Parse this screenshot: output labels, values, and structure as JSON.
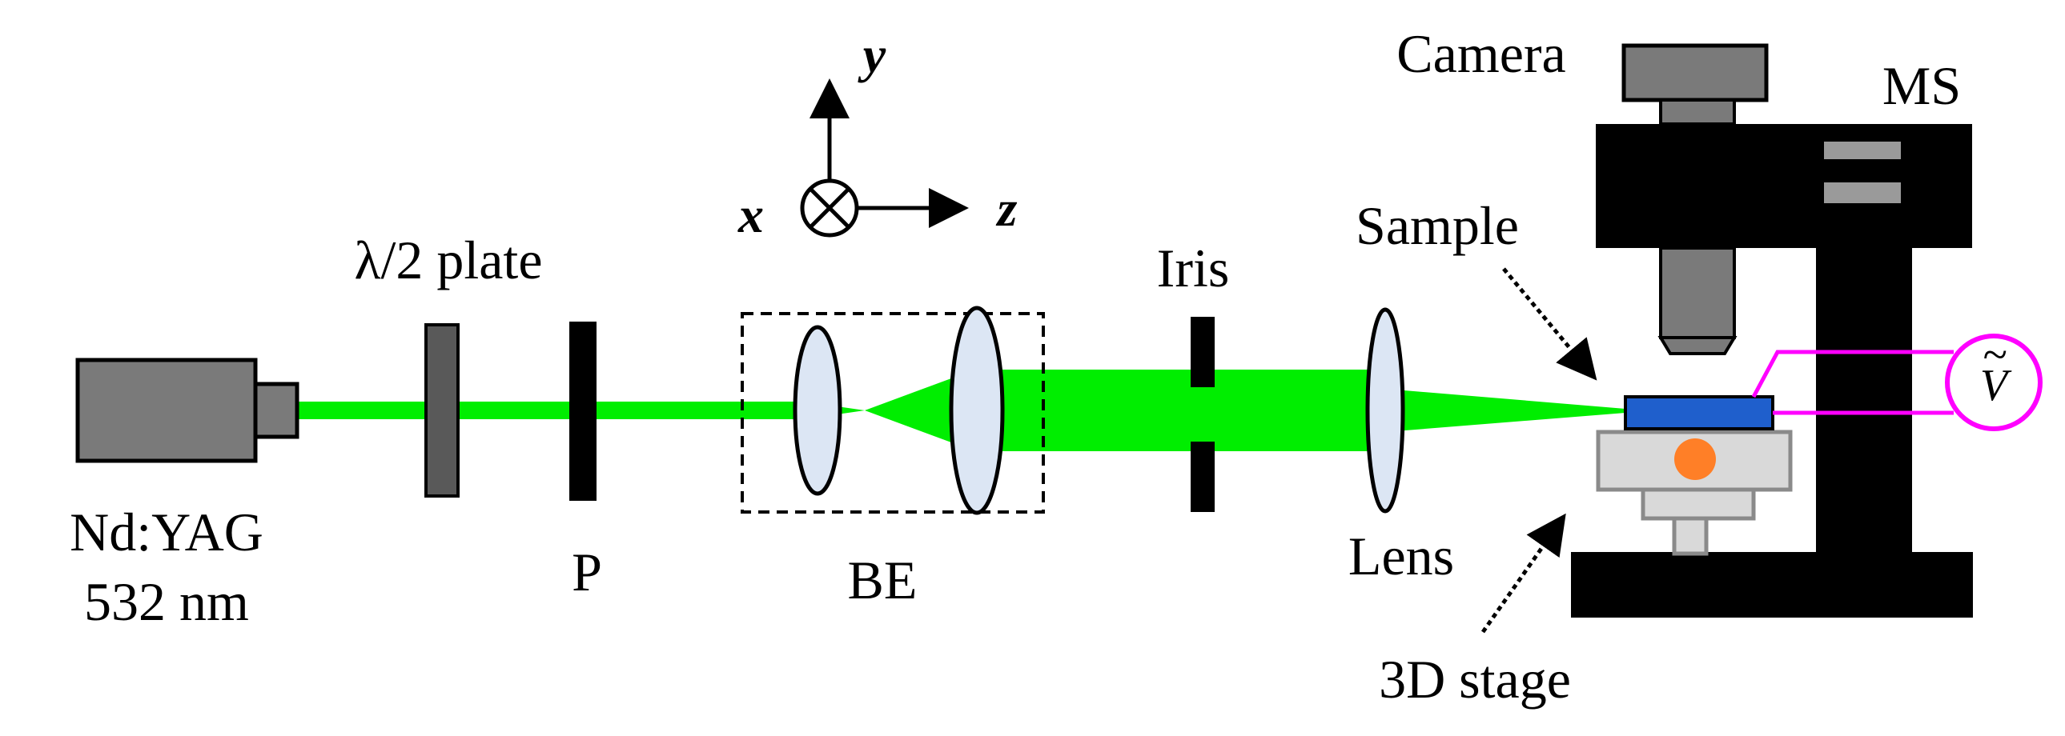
{
  "labels": {
    "laser_line1": "Nd:YAG",
    "laser_line2": "532 nm",
    "half_wave_plate": "λ/2 plate",
    "polarizer": "P",
    "beam_expander": "BE",
    "iris": "Iris",
    "lens": "Lens",
    "sample": "Sample",
    "camera": "Camera",
    "microscope": "MS",
    "stage": "3D stage"
  },
  "axes": {
    "x": "x",
    "y": "y",
    "z": "z"
  },
  "voltage_symbol": "V",
  "voltage_accent": "~",
  "colors": {
    "beam": "#00ee00",
    "lens_fill": "#dce6f4",
    "sample": "#1f5fcc",
    "wire": "#ff00ff",
    "stage_marker": "#ff7f27",
    "laser_body": "#7a7a7a",
    "camera_body": "#7a7a7a",
    "microscope_body": "#000000",
    "stage_fill": "#d9d9d9"
  },
  "icons": {
    "laser": "laser-source-icon",
    "coordinate_axes": "xyz-axes-icon",
    "voltmeter": "ac-voltage-source-icon"
  }
}
